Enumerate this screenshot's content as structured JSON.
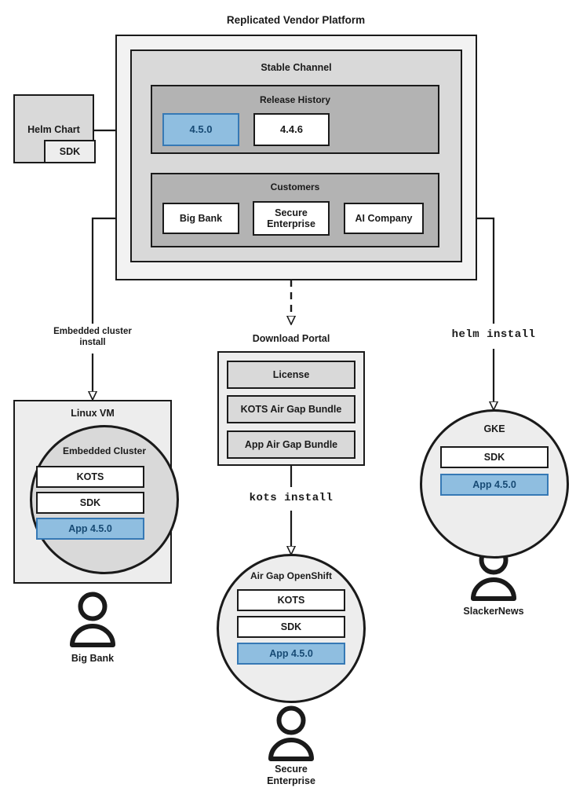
{
  "diagram": {
    "title": "Replicated Vendor Platform",
    "platform": {
      "channel_title": "Stable Channel",
      "release_history": {
        "title": "Release History",
        "releases": [
          {
            "label": "4.5.0",
            "highlighted": true
          },
          {
            "label": "4.4.6",
            "highlighted": false
          }
        ]
      },
      "customers": {
        "title": "Customers",
        "items": [
          {
            "label": "Big Bank"
          },
          {
            "label": "Secure Enterprise"
          },
          {
            "label": "AI Company"
          }
        ]
      }
    },
    "helm_chart": {
      "title": "Helm Chart",
      "sdk_label": "SDK"
    },
    "download_portal": {
      "title": "Download Portal",
      "artifacts": [
        {
          "label": "License"
        },
        {
          "label": "KOTS Air Gap Bundle"
        },
        {
          "label": "App Air Gap Bundle"
        }
      ]
    },
    "connectors": [
      {
        "name": "embedded-cluster-install",
        "label": "Embedded cluster\ninstall",
        "line1": "Embedded cluster",
        "line2": "install",
        "style": "solid",
        "mono": false
      },
      {
        "name": "kots-install",
        "label": "kots install",
        "style": "solid",
        "mono": true
      },
      {
        "name": "helm-install",
        "label": "helm install",
        "style": "solid",
        "mono": true
      },
      {
        "name": "download-portal-link",
        "label": "",
        "style": "dashed",
        "mono": false
      }
    ],
    "targets": [
      {
        "name": "linux-vm",
        "shape": "rect",
        "title": "Linux VM",
        "inner_title": "Embedded Cluster",
        "components": [
          {
            "label": "KOTS",
            "highlighted": false
          },
          {
            "label": "SDK",
            "highlighted": false
          },
          {
            "label": "App 4.5.0",
            "highlighted": true
          }
        ],
        "persona": "Big Bank"
      },
      {
        "name": "air-gap-openshift",
        "shape": "circle",
        "title": "Air Gap OpenShift",
        "components": [
          {
            "label": "KOTS",
            "highlighted": false
          },
          {
            "label": "SDK",
            "highlighted": false
          },
          {
            "label": "App 4.5.0",
            "highlighted": true
          }
        ],
        "persona": "Secure\nEnterprise",
        "persona_line1": "Secure",
        "persona_line2": "Enterprise"
      },
      {
        "name": "gke",
        "shape": "circle",
        "title": "GKE",
        "components": [
          {
            "label": "SDK",
            "highlighted": false
          },
          {
            "label": "App 4.5.0",
            "highlighted": true
          }
        ],
        "persona": "SlackerNews"
      }
    ],
    "colors": {
      "highlight_fill": "#8FBEE0",
      "highlight_border": "#3679B5",
      "highlight_text": "#174A74",
      "outer_fill": "#F2F2F2",
      "mid_fill": "#D9D9D9",
      "inner_fill": "#B3B3B3",
      "stroke": "#1a1a1a"
    }
  }
}
